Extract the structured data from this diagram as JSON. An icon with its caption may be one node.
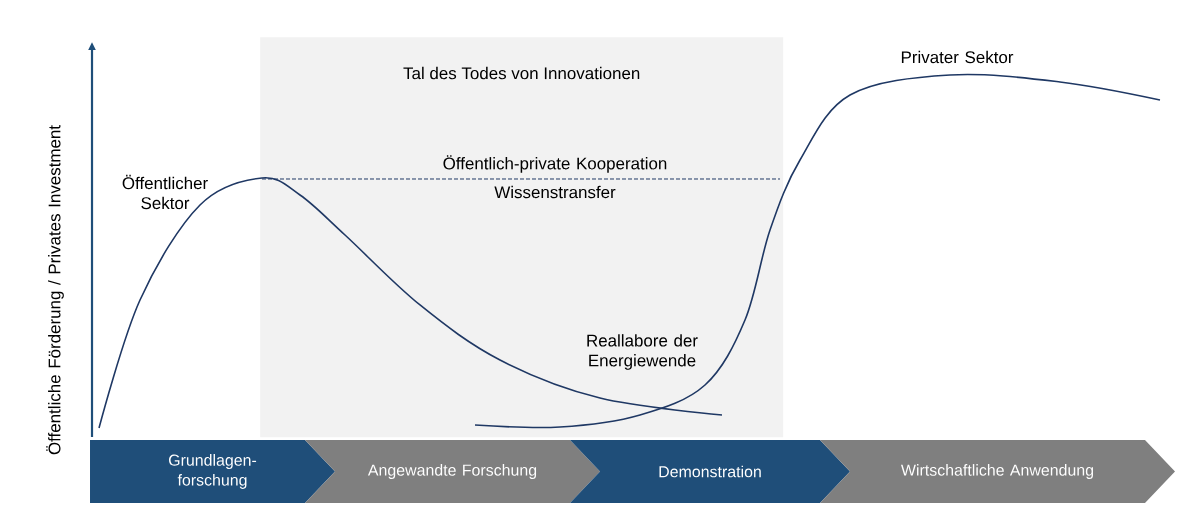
{
  "diagram": {
    "nodes": [
      {
        "text": [
          "Tal des Todes von Innovationen"
        ]
      },
      {
        "text": [
          "Grundlagen- forschung"
        ]
      },
      {
        "text": [
          "Angewandte Forschung"
        ]
      },
      {
        "text": [
          "Demonstration"
        ]
      },
      {
        "text": [
          "Wirtschaftliche Anwendung"
        ]
      }
    ],
    "labels": [
      "Öffentliche Förderung / Privates Investment",
      "Privater Sektor",
      "Öffentlich-private Kooperation",
      "Öffentlicher Sektor",
      "Wissenstransfer",
      "Reallabore der Energiewende"
    ]
  }
}
